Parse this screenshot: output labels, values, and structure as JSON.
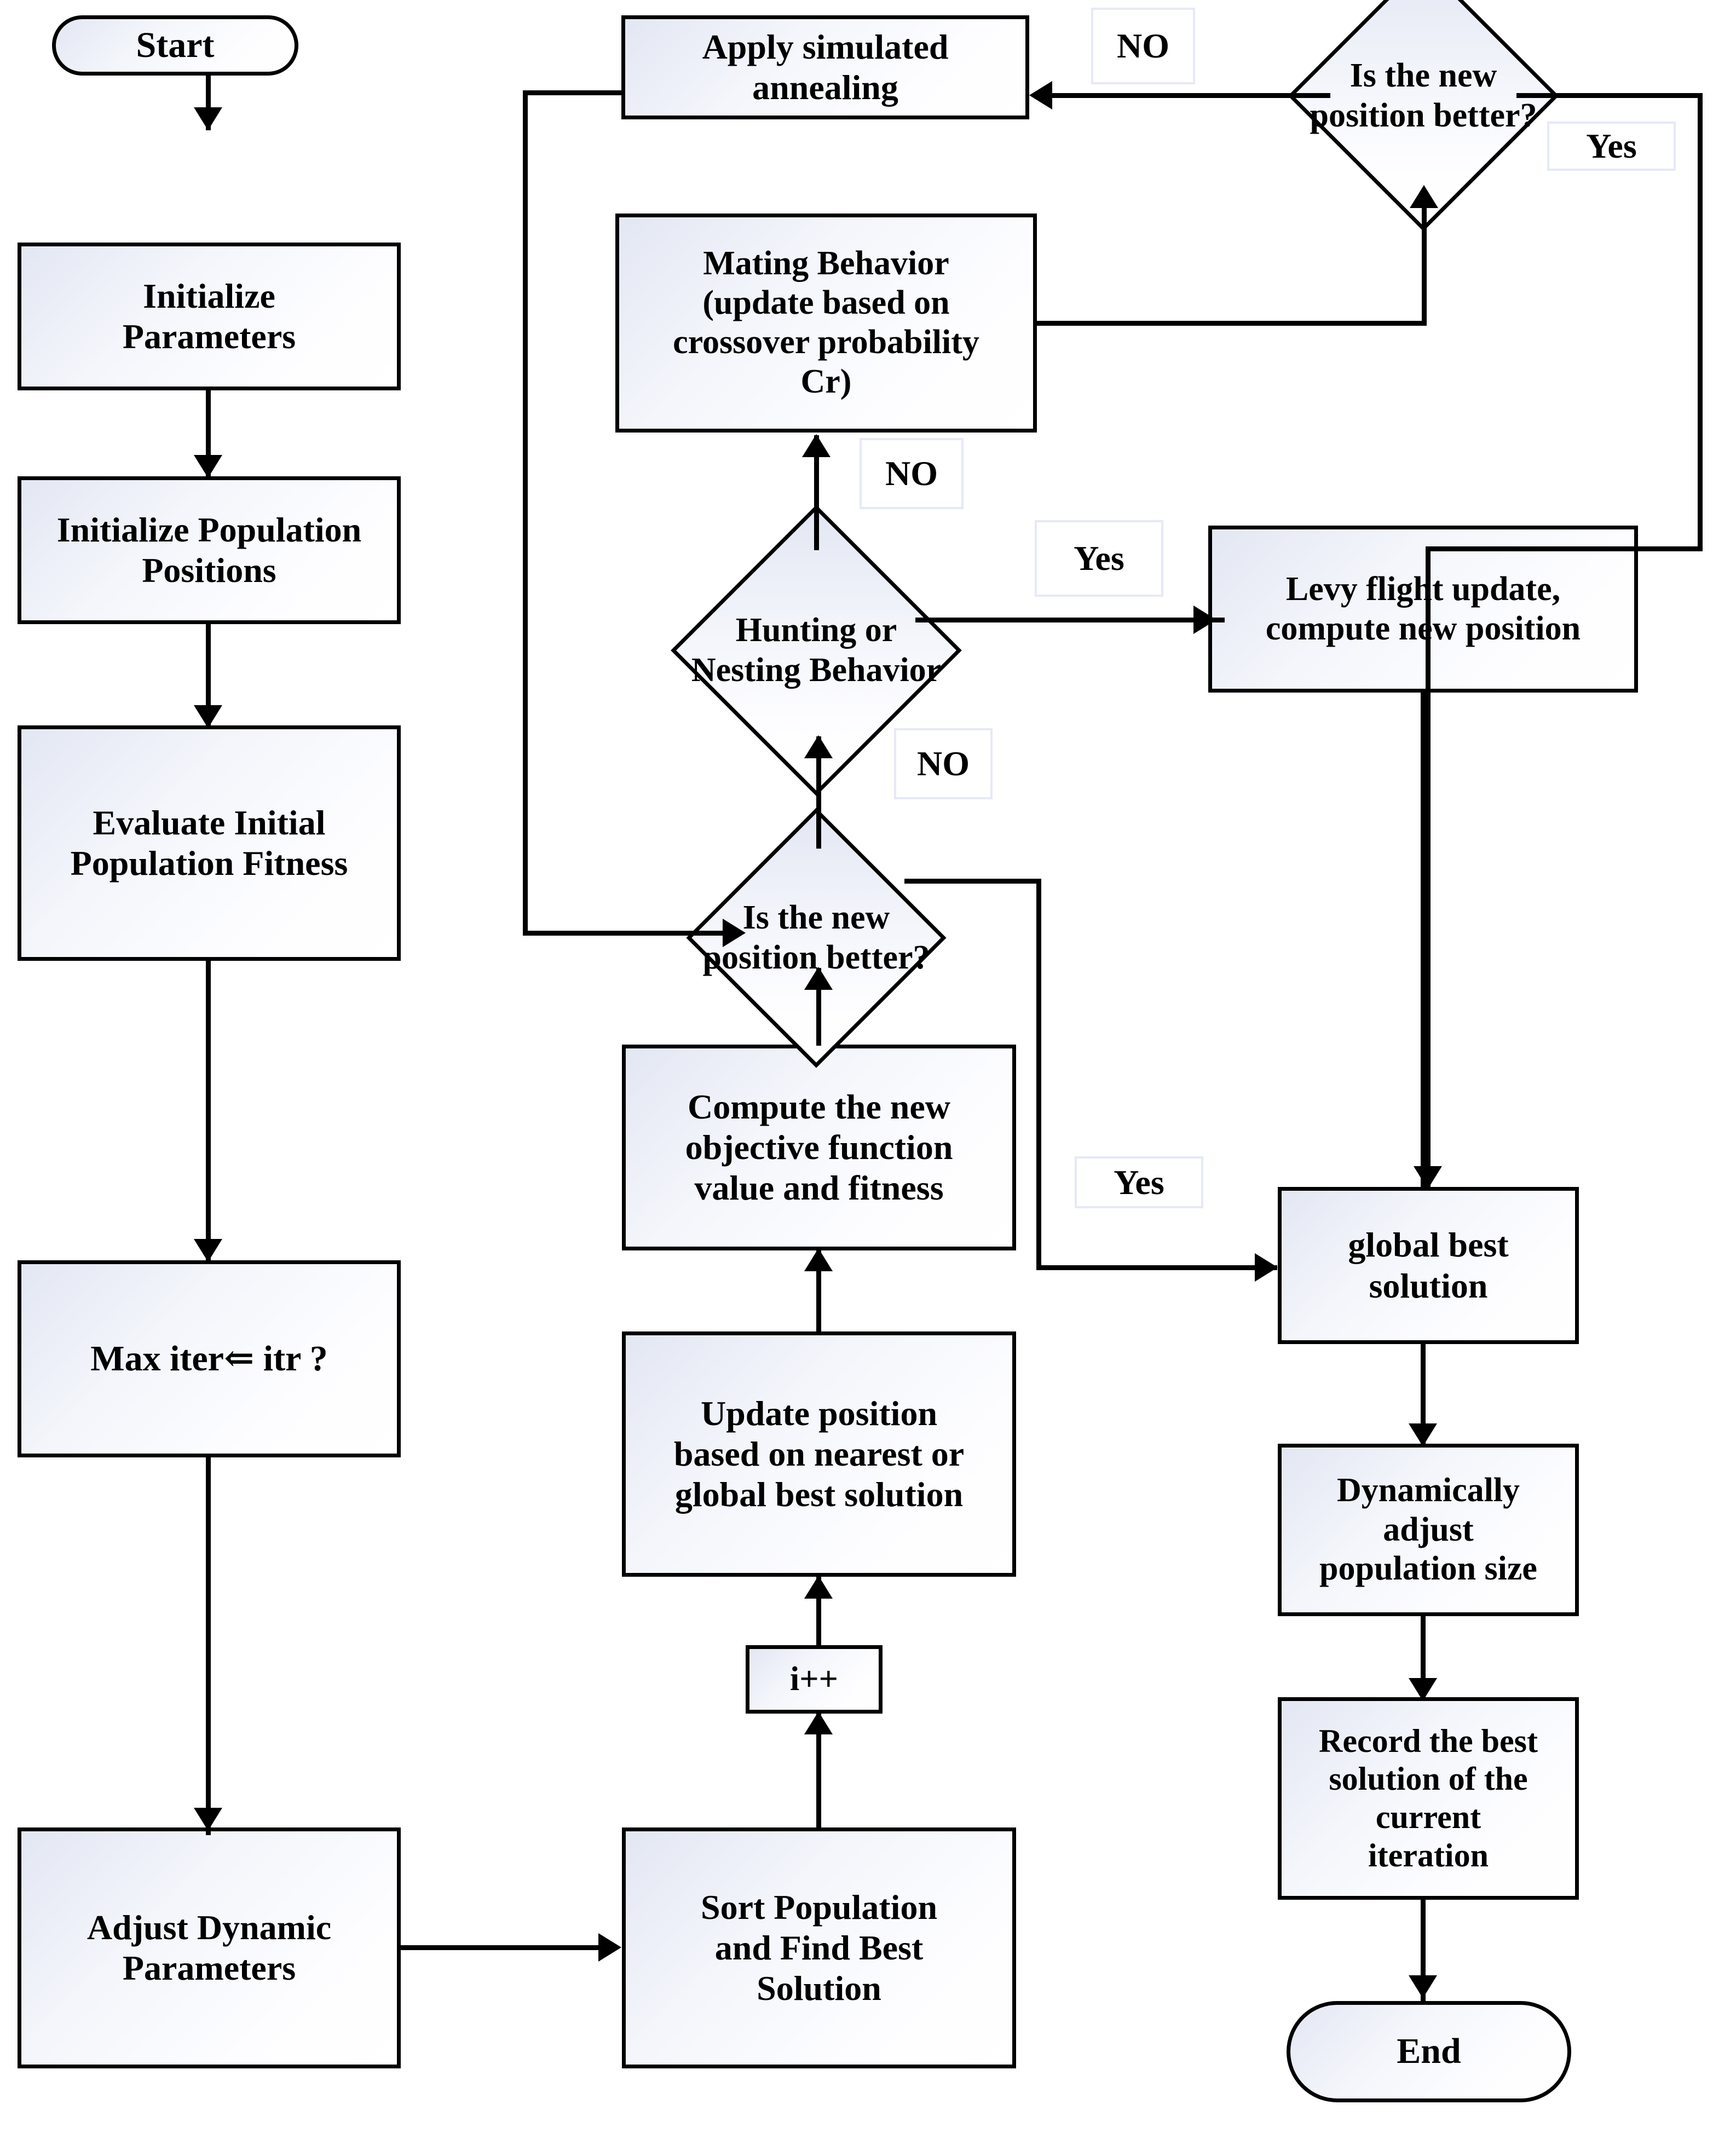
{
  "diagram": {
    "type": "flowchart",
    "title": "",
    "nodes": {
      "start": {
        "label": "Start",
        "shape": "terminator"
      },
      "init_params": {
        "label": "Initialize\nParameters",
        "shape": "process"
      },
      "init_population": {
        "label": "Initialize Population\nPositions",
        "shape": "process"
      },
      "evaluate_initial": {
        "label": "Evaluate Initial\nPopulation Fitness",
        "shape": "process"
      },
      "max_iter": {
        "label": "Max iter⇐ itr ?",
        "shape": "process"
      },
      "adjust_dynamic": {
        "label": "Adjust Dynamic\nParameters",
        "shape": "process"
      },
      "sort_population": {
        "label": "Sort Population\nand Find Best\nSolution",
        "shape": "process"
      },
      "increment": {
        "label": "i++",
        "shape": "process"
      },
      "update_position": {
        "label": "Update position\nbased on nearest or\nglobal best solution",
        "shape": "process"
      },
      "compute_objective": {
        "label": "Compute the new\nobjective function\nvalue and fitness",
        "shape": "process"
      },
      "is_new_position_better_lower": {
        "label": "Is the new\nposition better?",
        "shape": "decision"
      },
      "hunting_or_nesting": {
        "label": "Hunting or\nNesting Behavior",
        "shape": "decision"
      },
      "mating_behavior": {
        "label": "Mating Behavior\n(update based on\ncrossover probability\nCr)",
        "shape": "process"
      },
      "apply_simulated_annealing": {
        "label": "Apply simulated\nannealing",
        "shape": "process"
      },
      "is_new_position_better_upper": {
        "label": "Is the new\nposition better?",
        "shape": "decision"
      },
      "levy_flight": {
        "label": "Levy flight update,\ncompute new position",
        "shape": "process"
      },
      "global_best": {
        "label": "global best\nsolution",
        "shape": "process"
      },
      "dynamically_adjust": {
        "label": "Dynamically\nadjust\npopulation size",
        "shape": "process"
      },
      "record_best": {
        "label": "Record the best\nsolution of the\ncurrent\niteration",
        "shape": "process"
      },
      "end": {
        "label": "End",
        "shape": "terminator"
      }
    },
    "edge_labels": {
      "no_upper_right": "NO",
      "yes_upper_right": "Yes",
      "no_mating": "NO",
      "yes_levy": "Yes",
      "no_hunting": "NO",
      "yes_global_best": "Yes"
    },
    "colors": {
      "stroke": "#000000",
      "node_fill_start": "#e3e7f3",
      "node_fill_end": "#ffffff",
      "edge_label_border": "#e6e9f7",
      "background": "#ffffff"
    }
  }
}
